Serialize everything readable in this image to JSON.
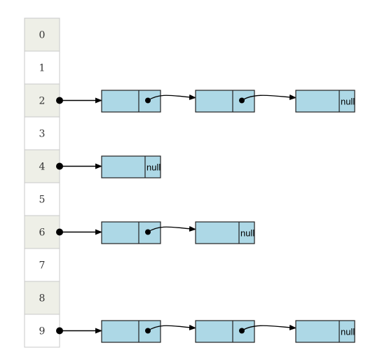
{
  "colors": {
    "bucket_fill_alt": "#eeefe7",
    "bucket_fill": "#ffffff",
    "bucket_stroke": "#c8c8c8",
    "node_fill": "#add8e6",
    "node_stroke": "#222222",
    "arrow": "#000000"
  },
  "buckets": [
    {
      "label": "0",
      "shaded": true
    },
    {
      "label": "1",
      "shaded": false
    },
    {
      "label": "2",
      "shaded": true
    },
    {
      "label": "3",
      "shaded": false
    },
    {
      "label": "4",
      "shaded": true
    },
    {
      "label": "5",
      "shaded": false
    },
    {
      "label": "6",
      "shaded": true
    },
    {
      "label": "7",
      "shaded": false
    },
    {
      "label": "8",
      "shaded": true
    },
    {
      "label": "9",
      "shaded": false
    }
  ],
  "chains": [
    {
      "bucket": "2",
      "nodes": [
        {
          "pointer": "next"
        },
        {
          "pointer": "next"
        },
        {
          "pointer": "null"
        }
      ]
    },
    {
      "bucket": "4",
      "nodes": [
        {
          "pointer": "null"
        }
      ]
    },
    {
      "bucket": "6",
      "nodes": [
        {
          "pointer": "next"
        },
        {
          "pointer": "null"
        }
      ]
    },
    {
      "bucket": "9",
      "nodes": [
        {
          "pointer": "next"
        },
        {
          "pointer": "next"
        },
        {
          "pointer": "null"
        }
      ]
    }
  ],
  "null_text": "null"
}
